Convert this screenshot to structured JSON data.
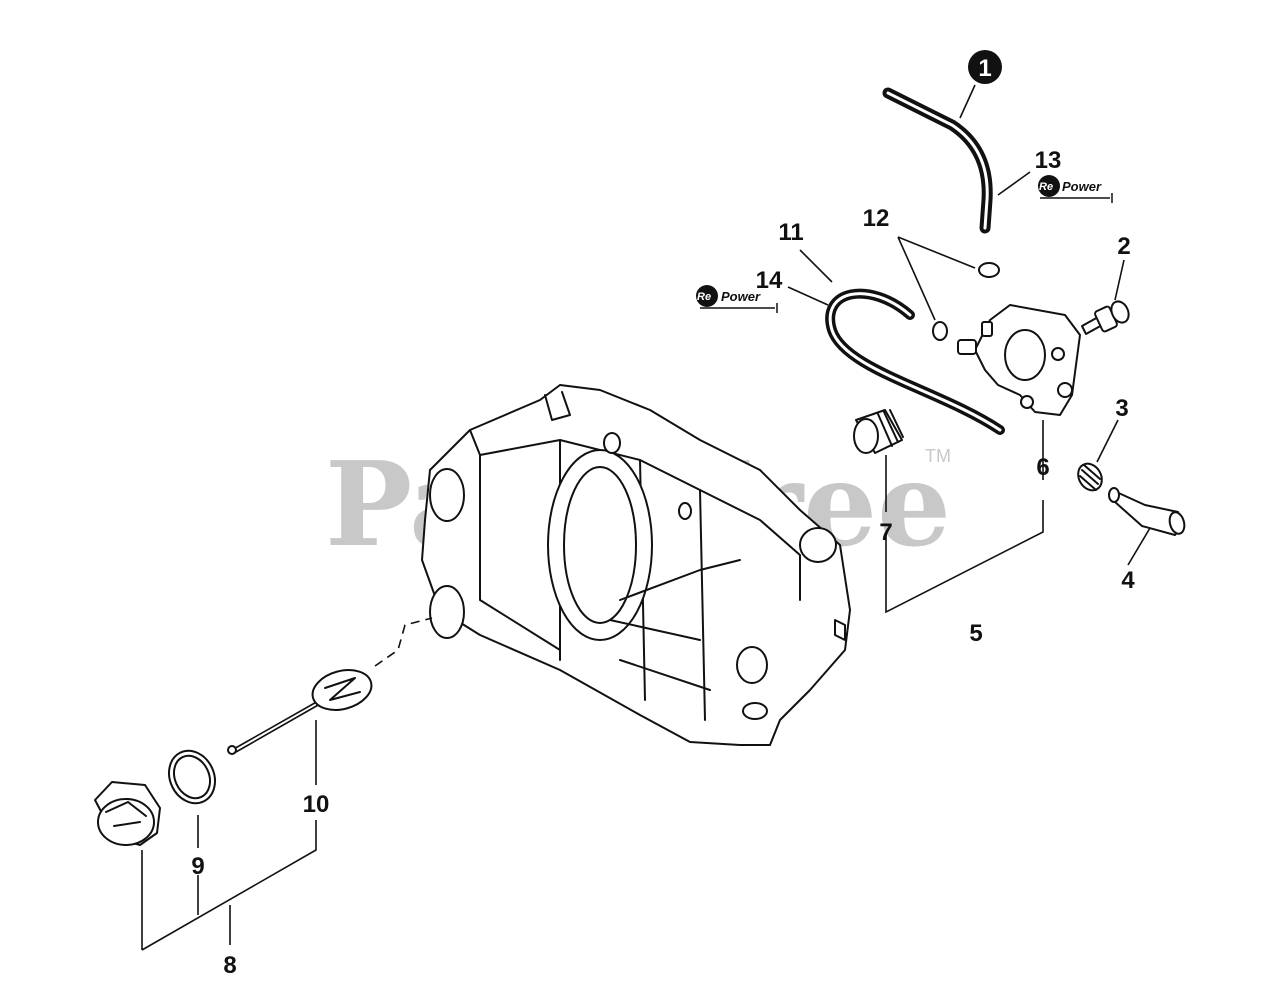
{
  "watermark": {
    "text": "PartsTree",
    "tm": "TM"
  },
  "callouts": {
    "c1": "1",
    "c2": "2",
    "c3": "3",
    "c4": "4",
    "c5": "5",
    "c6": "6",
    "c7": "7",
    "c8": "8",
    "c9": "9",
    "c10": "10",
    "c11": "11",
    "c12": "12",
    "c13": "13",
    "c14": "14"
  },
  "repower": {
    "badge": "Re",
    "word": "Power"
  },
  "colors": {
    "ink": "#111111",
    "watermark": "#c8c8c8",
    "background": "#ffffff"
  }
}
